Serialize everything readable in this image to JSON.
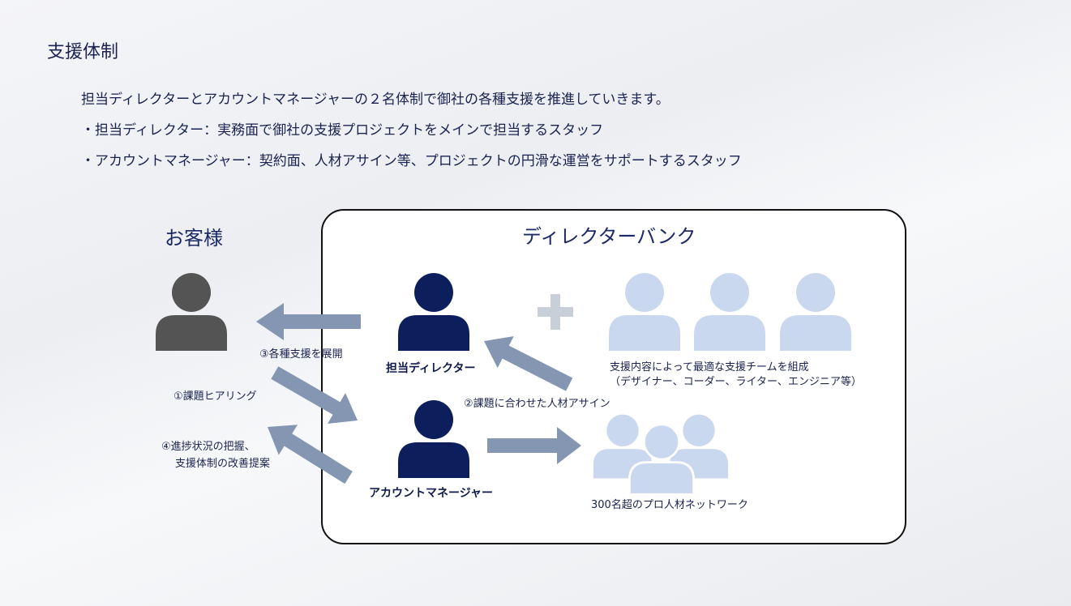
{
  "title": "支援体制",
  "intro": {
    "line1": "担当ディレクターとアカウントマネージャーの２名体制で御社の各種支援を推進していきます。",
    "line2": "・担当ディレクター：実務面で御社の支援プロジェクトをメインで担当するスタッフ",
    "line3": "・アカウントマネージャー：契約面、人材アサイン等、プロジェクトの円滑な運営をサポートするスタッフ"
  },
  "diagram": {
    "customer_label": "お客様",
    "company_label": "ディレクターバンク",
    "director_label": "担当ディレクター",
    "manager_label": "アカウントマネージャー",
    "team_desc_line1": "支援内容によって最適な支援チームを組成",
    "team_desc_line2": "（デザイナー、コーダー、ライター、エンジニア等）",
    "network_label": "300名超のプロ人材ネットワーク",
    "step1": "①課題ヒアリング",
    "step2": "②課題に合わせた人材アサイン",
    "step3": "③各種支援を展開",
    "step4_line1": "④進捗状況の把握、",
    "step4_line2": "支援体制の改善提案"
  },
  "colors": {
    "navy": "#0d1e5c",
    "customer_gray": "#545454",
    "pale_blue": "#c9d8ee",
    "arrow": "#8496b1",
    "plus": "#c8cfd9"
  },
  "icons": [
    "person-icon",
    "group-icon",
    "plus-icon",
    "arrow-icon"
  ]
}
